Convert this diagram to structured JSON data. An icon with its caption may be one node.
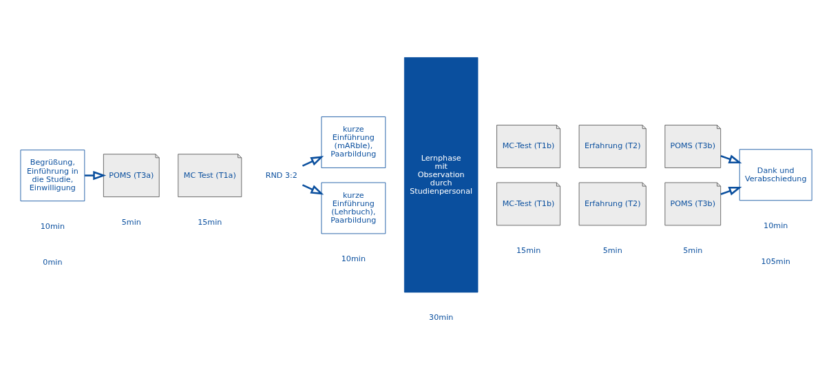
{
  "diagram": {
    "nodes": [
      {
        "text": [
          "Begrüßung, Einführung in die Studie, Einwilligung"
        ]
      },
      {
        "text": [
          "POMS (T3a)"
        ]
      },
      {
        "text": [
          "MC Test (T1a)"
        ]
      },
      {
        "text": [
          "RND 3:2"
        ]
      },
      {
        "text": [
          "kurze Einführung (mARble), Paarbildung"
        ]
      },
      {
        "text": [
          "kurze Einführung (Lehrbuch), Paarbildung"
        ]
      },
      {
        "text": [
          "Lernphase mit Observation durch Studienpersonal"
        ]
      },
      {
        "text": [
          "MC-Test (T1b)"
        ]
      },
      {
        "text": [
          "Erfahrung (T2)"
        ]
      },
      {
        "text": [
          "POMS (T3b)"
        ]
      },
      {
        "text": [
          "MC-Test (T1b)"
        ]
      },
      {
        "text": [
          "Erfahrung (T2)"
        ]
      },
      {
        "text": [
          "POMS (T3b)"
        ]
      },
      {
        "text": [
          "Dank und Verabschiedung"
        ]
      }
    ],
    "edges": [
      {
        "from": 0,
        "to": 1,
        "arrow": "to"
      },
      {
        "from": 3,
        "to": 4,
        "arrow": "to"
      },
      {
        "from": 3,
        "to": 5,
        "arrow": "to"
      },
      {
        "from": 9,
        "to": 13,
        "arrow": "to"
      },
      {
        "from": 12,
        "to": 13,
        "arrow": "to"
      }
    ],
    "labels": [
      "10min",
      "5min",
      "15min",
      "10min",
      "30min",
      "15min",
      "5min",
      "5min",
      "10min",
      "0min",
      "105min"
    ]
  }
}
